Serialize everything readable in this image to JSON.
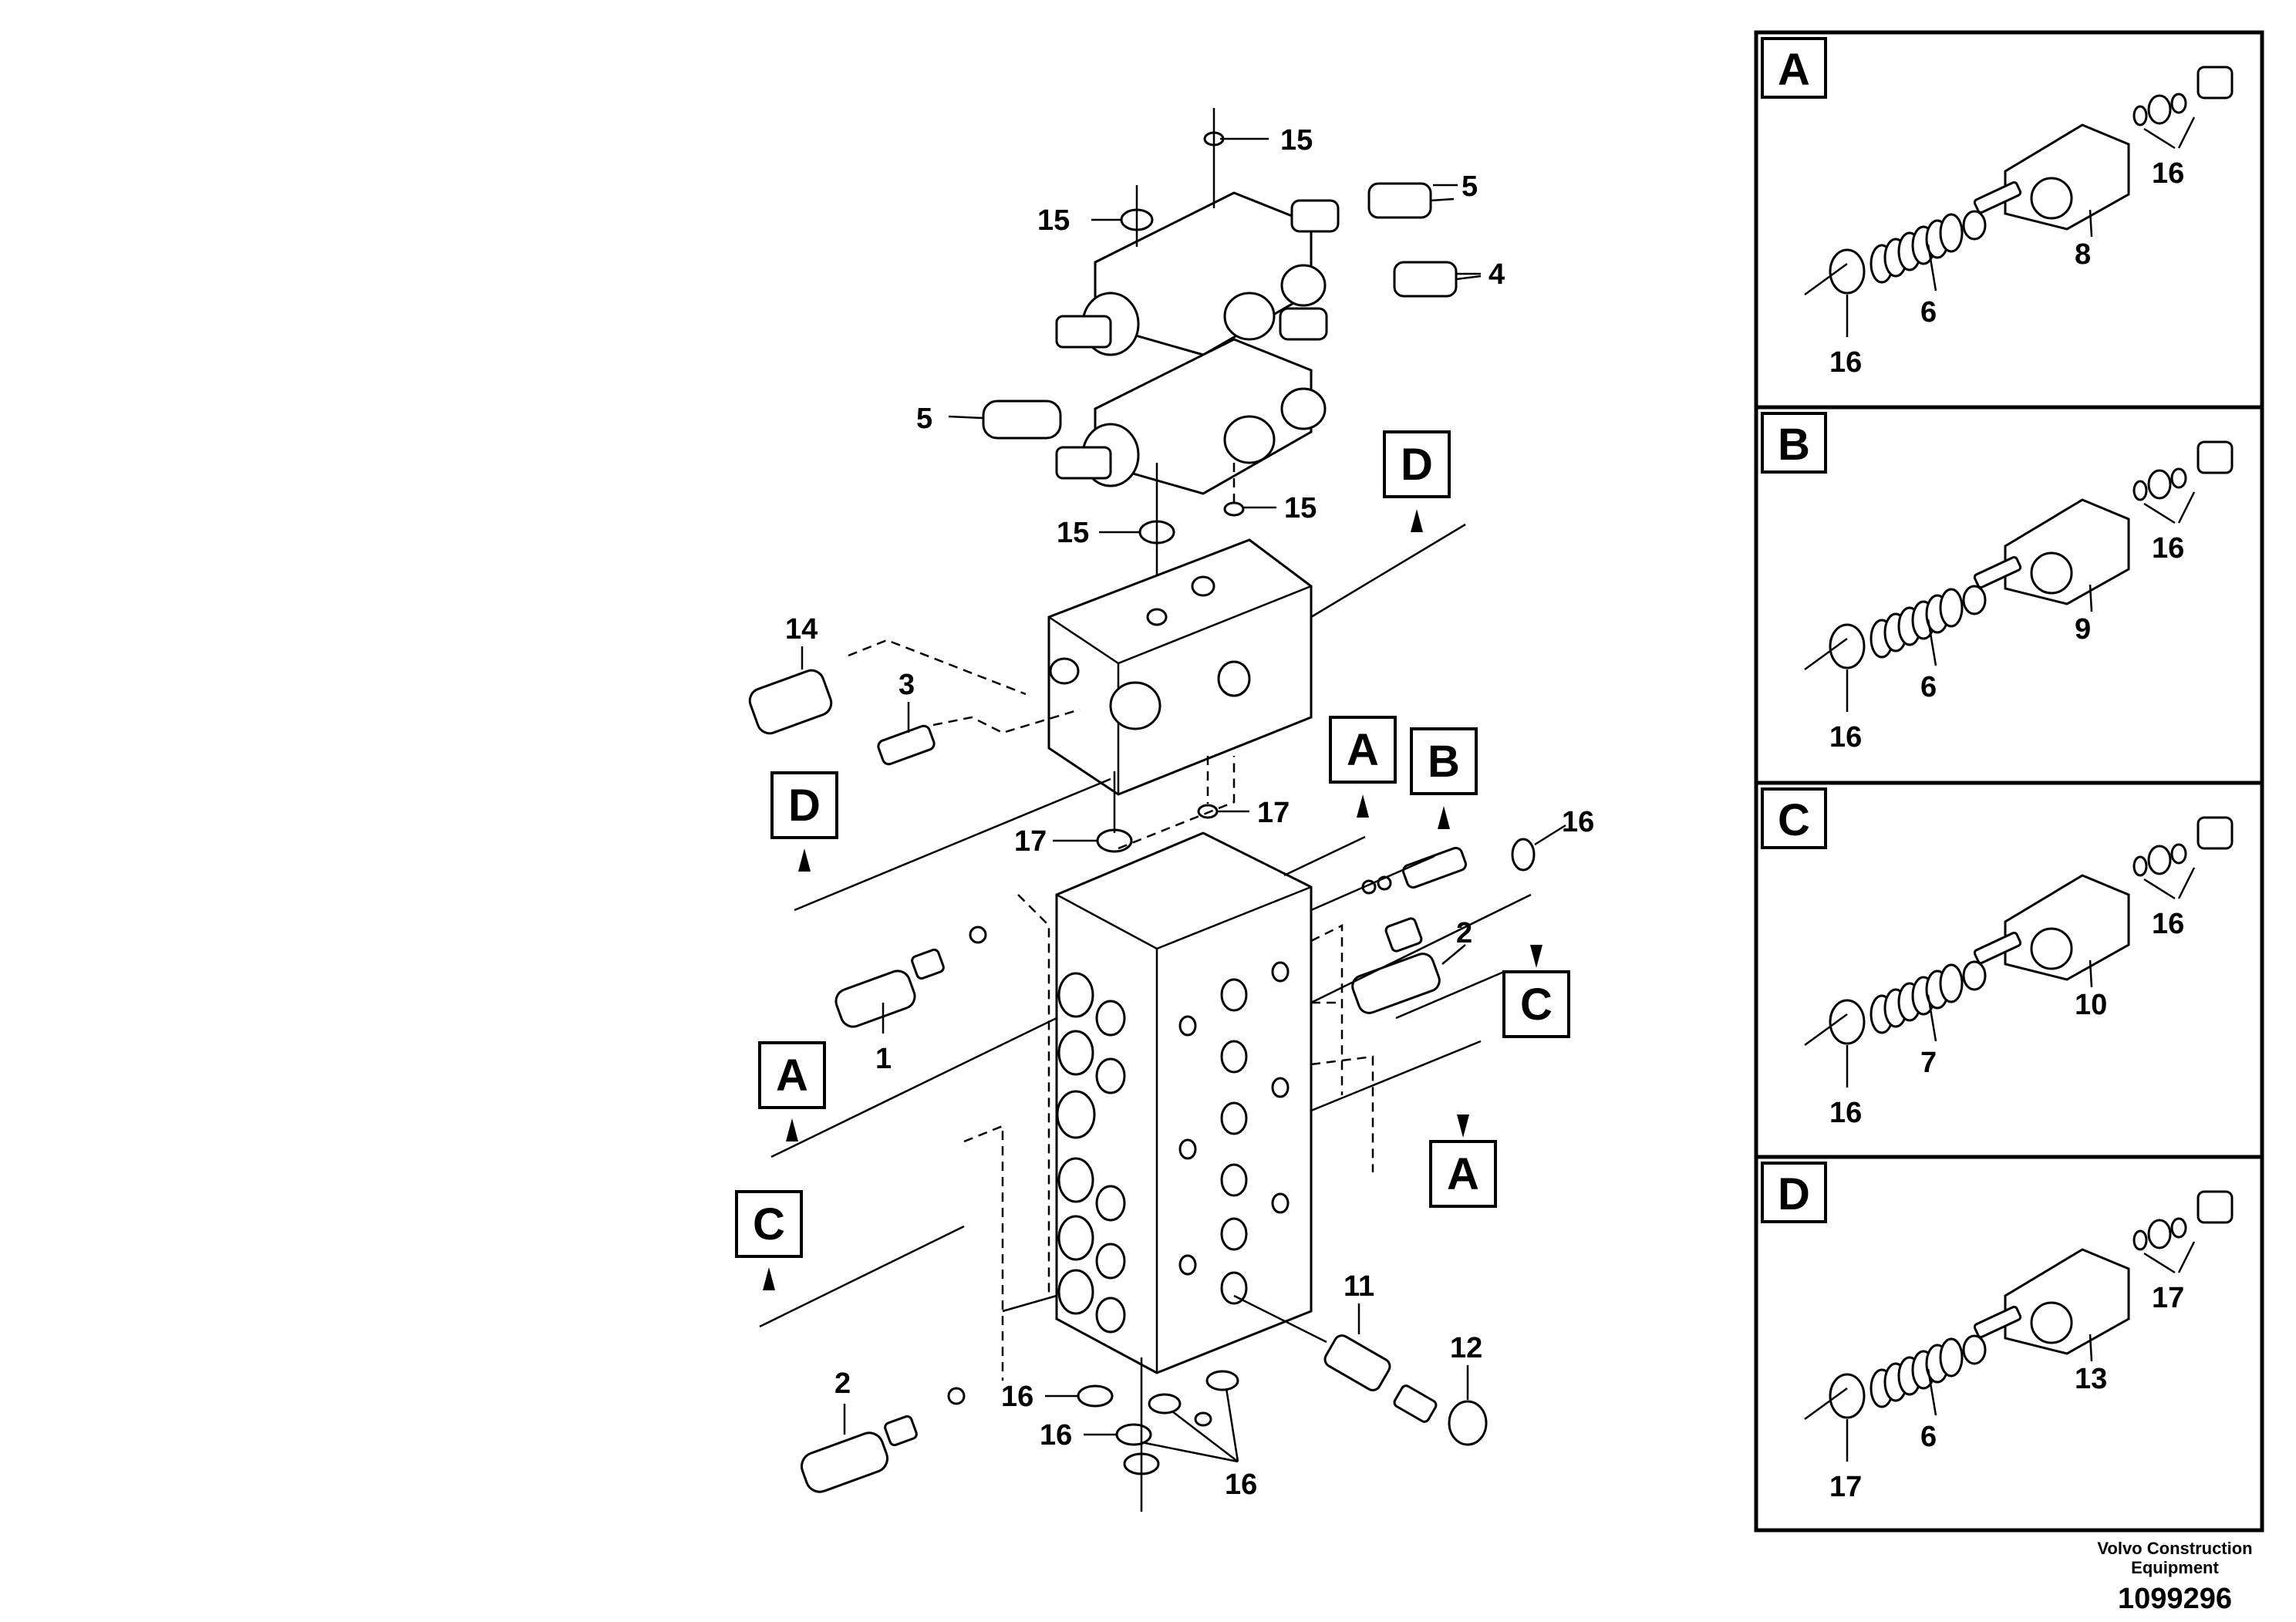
{
  "callouts": {
    "c15a": "15",
    "c15b": "15",
    "c15c": "15",
    "c15d": "15",
    "c5a": "5",
    "c4": "4",
    "c5b": "5",
    "c14": "14",
    "c3": "3",
    "c17a": "17",
    "c17b": "17",
    "c16a": "16",
    "c2a": "2",
    "c1": "1",
    "c2b": "2",
    "c16b": "16",
    "c16c": "16",
    "c16d": "16",
    "c11": "11",
    "c12": "12"
  },
  "section_labels": {
    "d_top": "D",
    "d_left": "D",
    "a_top": "A",
    "b_top": "B",
    "c_right": "C",
    "a_left": "A",
    "a_right": "A",
    "c_left": "C"
  },
  "detail_panels": [
    {
      "letter": "A",
      "seal": "16",
      "spring": "6",
      "body": "8",
      "washers": "16"
    },
    {
      "letter": "B",
      "seal": "16",
      "spring": "6",
      "body": "9",
      "washers": "16"
    },
    {
      "letter": "C",
      "seal": "16",
      "spring": "7",
      "body": "10",
      "washers": "16"
    },
    {
      "letter": "D",
      "seal": "17",
      "spring": "6",
      "body": "13",
      "washers": "17"
    }
  ],
  "footer": {
    "line1": "Volvo Construction",
    "line2": "Equipment",
    "number": "1099296"
  }
}
